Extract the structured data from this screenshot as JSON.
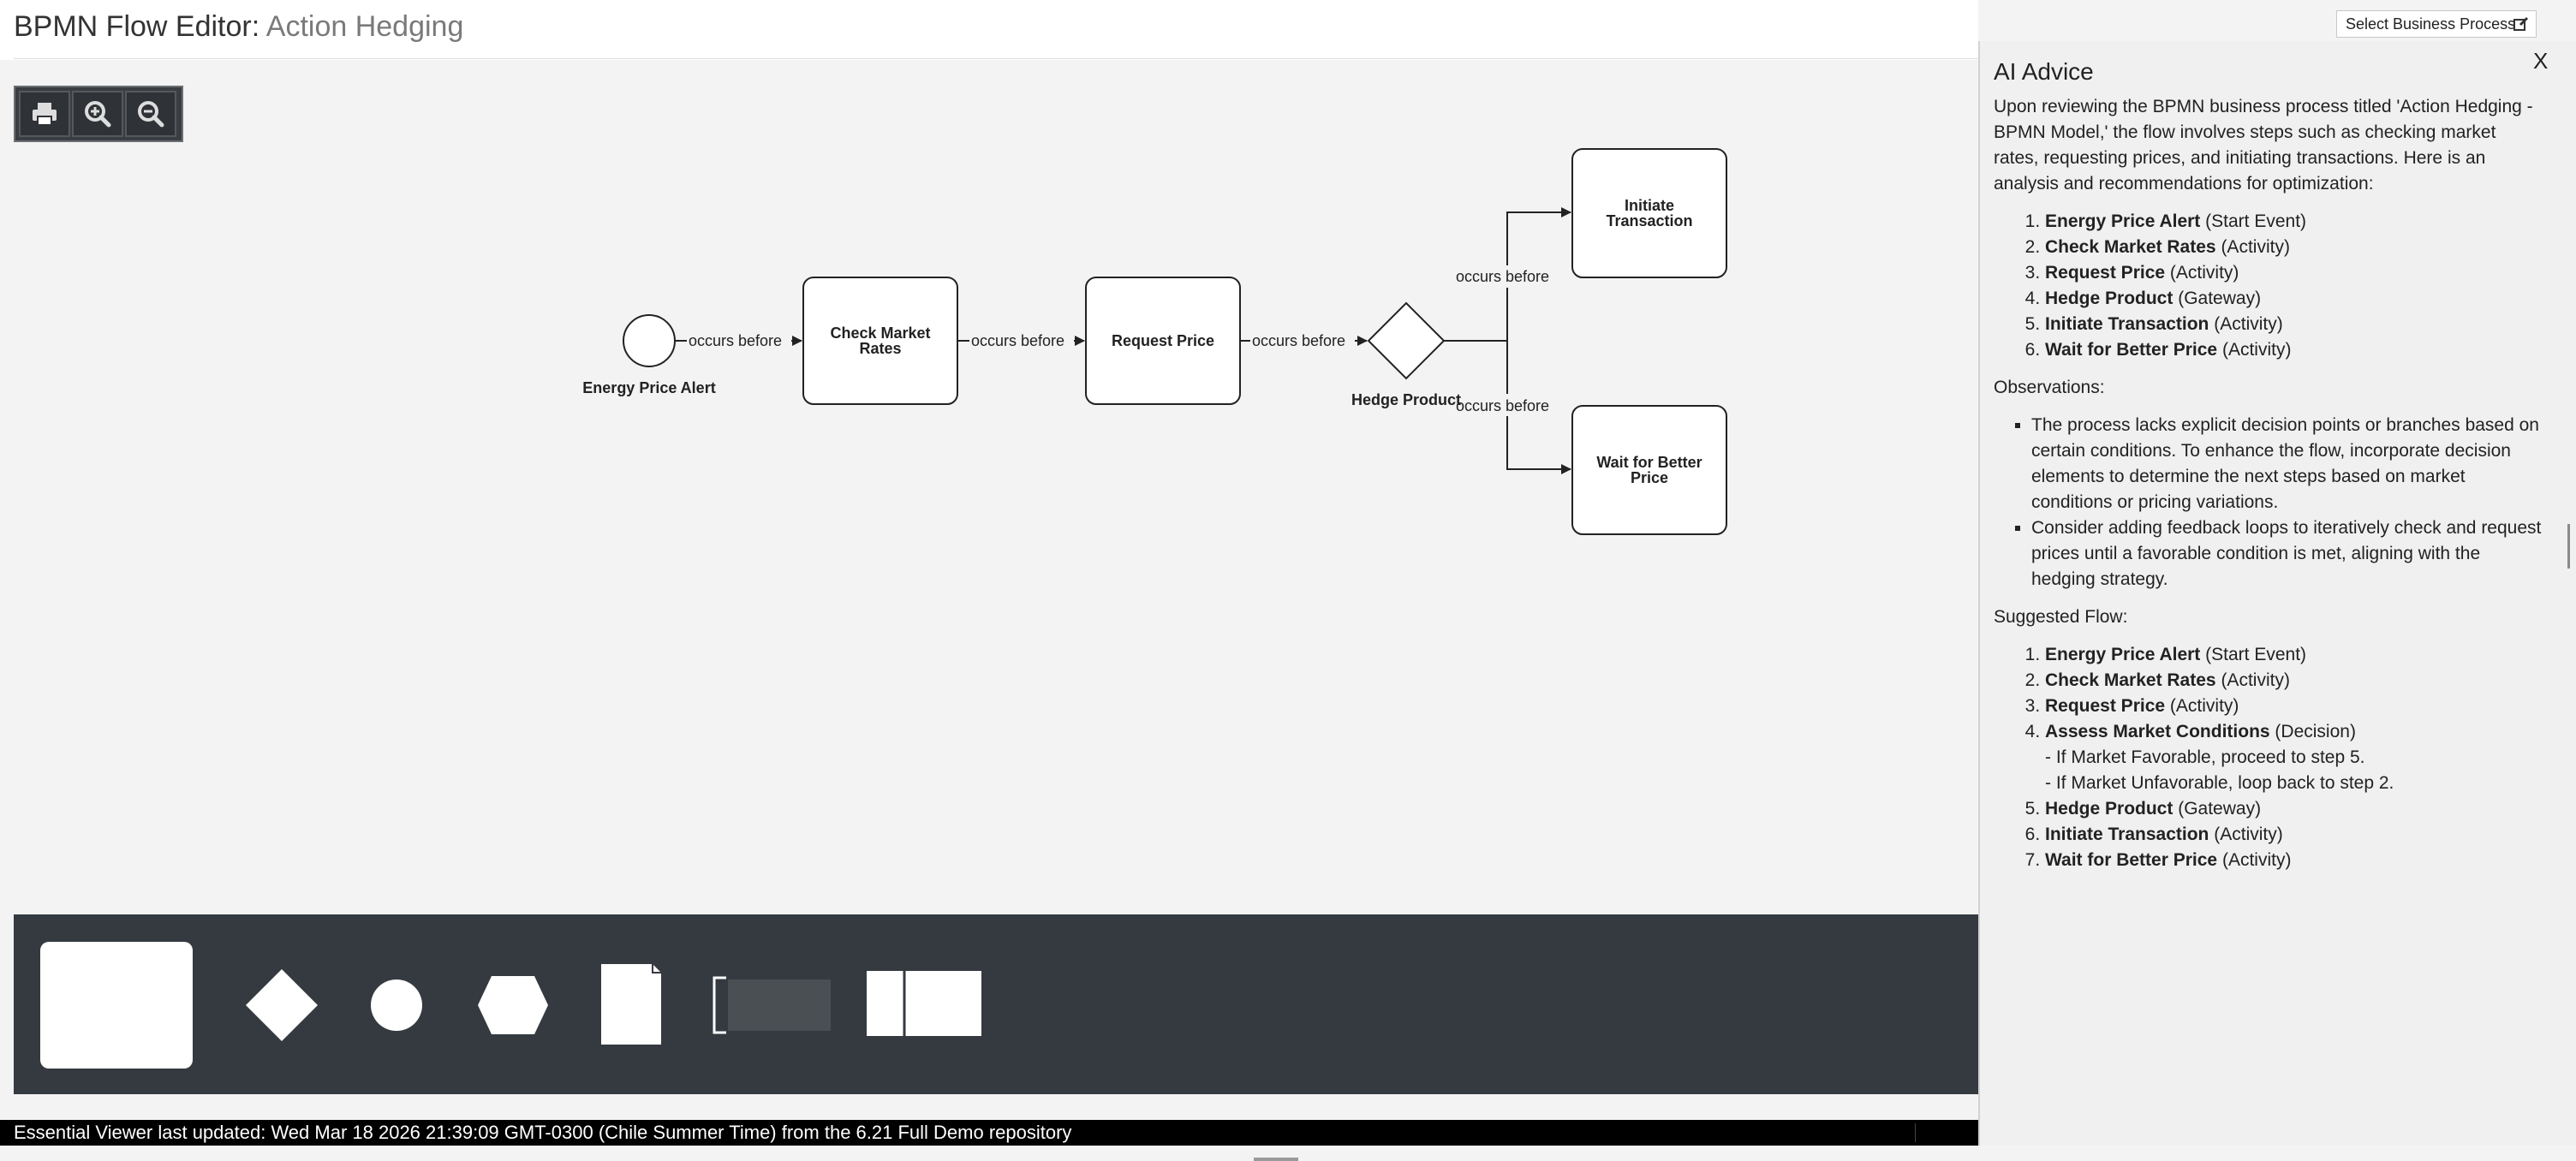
{
  "header": {
    "title_main": "BPMN Flow Editor:",
    "title_sub": "Action Hedging"
  },
  "toolbar": [
    {
      "name": "print-button",
      "icon": "print-icon"
    },
    {
      "name": "zoom-in-button",
      "icon": "zoom-in-icon"
    },
    {
      "name": "zoom-out-button",
      "icon": "zoom-out-icon"
    }
  ],
  "diagram": {
    "start_event": "Energy Price Alert",
    "tasks": {
      "check": "Check Market Rates",
      "request": "Request Price",
      "initiate": "Initiate Transaction",
      "wait": "Wait for Better Price"
    },
    "gateway": "Hedge Product",
    "edge_label": "occurs before"
  },
  "palette": [
    "task-shape",
    "gateway-shape",
    "event-shape",
    "conditional-shape",
    "data-object-shape",
    "annotation-shape",
    "pool-shape"
  ],
  "footer": {
    "text": "Essential Viewer last updated: Wed Mar 18 2026 21:39:09 GMT-0300 (Chile Summer Time) from the 6.21 Full Demo repository"
  },
  "panel": {
    "select_label": "Select Business Process",
    "close": "X",
    "title": "AI Advice",
    "intro": "Upon reviewing the BPMN business process titled 'Action Hedging - BPMN Model,' the flow involves steps such as checking market rates, requesting prices, and initiating transactions. Here is an analysis and recommendations for optimization:",
    "steps": [
      {
        "name": "Energy Price Alert",
        "type": "(Start Event)"
      },
      {
        "name": "Check Market Rates",
        "type": "(Activity)"
      },
      {
        "name": "Request Price",
        "type": "(Activity)"
      },
      {
        "name": "Hedge Product",
        "type": "(Gateway)"
      },
      {
        "name": "Initiate Transaction",
        "type": "(Activity)"
      },
      {
        "name": "Wait for Better Price",
        "type": "(Activity)"
      }
    ],
    "observations_label": "Observations:",
    "observations": [
      "The process lacks explicit decision points or branches based on certain conditions. To enhance the flow, incorporate decision elements to determine the next steps based on market conditions or pricing variations.",
      "Consider adding feedback loops to iteratively check and request prices until a favorable condition is met, aligning with the hedging strategy."
    ],
    "suggested_label": "Suggested Flow:",
    "suggested": [
      {
        "name": "Energy Price Alert",
        "type": "(Start Event)"
      },
      {
        "name": "Check Market Rates",
        "type": "(Activity)"
      },
      {
        "name": "Request Price",
        "type": "(Activity)"
      },
      {
        "name": "Assess Market Conditions",
        "type": "(Decision)"
      },
      {
        "name": "Hedge Product",
        "type": "(Gateway)"
      },
      {
        "name": "Initiate Transaction",
        "type": "(Activity)"
      },
      {
        "name": "Wait for Better Price",
        "type": "(Activity)"
      }
    ],
    "suggested_notes": [
      "- If Market Favorable, proceed to step 5.",
      "- If Market Unfavorable, loop back to step 2."
    ]
  }
}
